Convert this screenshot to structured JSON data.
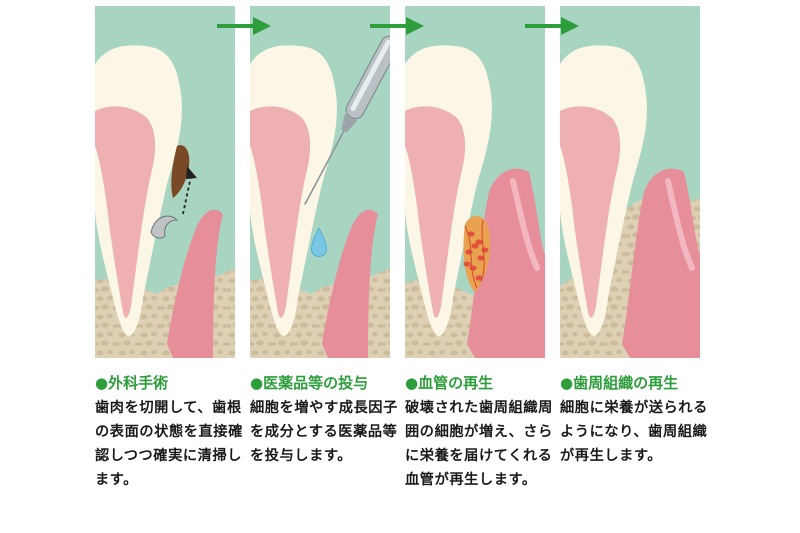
{
  "colors": {
    "background": "#a8d5c2",
    "tooth_enamel": "#fcf6e6",
    "tooth_pulp": "#eeb0b0",
    "gum": "#e78e9b",
    "bone": "#ddd0b4",
    "arrow_green": "#2e9e3c",
    "title_green": "#2e9e3c",
    "calculus": "#7a4a26"
  },
  "steps": [
    {
      "title": "●外科手術",
      "body": "歯肉を切開して、歯根の表面の状態を直接確認しつつ確実に清掃します。"
    },
    {
      "title": "●医薬品等の投与",
      "body": "細胞を増やす成長因子を成分とする医薬品等を投与します。"
    },
    {
      "title": "●血管の再生",
      "body": "破壊された歯周組織周囲の細胞が増え、さらに栄養を届けてくれる血管が再生します。"
    },
    {
      "title": "●歯周組織の再生",
      "body": "細胞に栄養が送られるようになり、歯周組織が再生します。"
    }
  ]
}
